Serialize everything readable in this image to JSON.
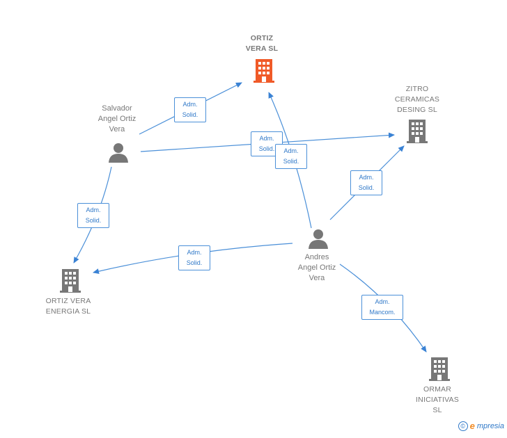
{
  "nodes": {
    "ortiz_vera_sl": {
      "label": "ORTIZ\nVERA  SL",
      "kind": "company",
      "color": "#f05a28"
    },
    "zitro": {
      "label": "ZITRO\nCERAMICAS\nDESING  SL",
      "kind": "company",
      "color": "#777777"
    },
    "ortiz_vera_energia": {
      "label": "ORTIZ VERA\nENERGIA  SL",
      "kind": "company",
      "color": "#777777"
    },
    "ormar": {
      "label": "ORMAR\nINICIATIVAS\nSL",
      "kind": "company",
      "color": "#777777"
    },
    "salvador": {
      "label": "Salvador\nAngel Ortiz\nVera",
      "kind": "person",
      "color": "#777777"
    },
    "andres": {
      "label": "Andres\nAngel Ortiz\nVera",
      "kind": "person",
      "color": "#777777"
    }
  },
  "relations": [
    {
      "id": "rel1",
      "label": "Adm.\nSolid."
    },
    {
      "id": "rel2",
      "label": "Adm.\nSolid."
    },
    {
      "id": "rel3",
      "label": "Adm.\nSolid."
    },
    {
      "id": "rel4",
      "label": "Adm.\nSolid."
    },
    {
      "id": "rel5",
      "label": "Adm.\nSolid."
    },
    {
      "id": "rel6",
      "label": "Adm.\nSolid."
    },
    {
      "id": "rel7",
      "label": "Adm.\nMancom."
    }
  ],
  "brand": {
    "copyright": "©",
    "e": "e",
    "rest": "mpresia"
  },
  "colors": {
    "edge": "#4a8fd8",
    "focus": "#f05a28",
    "node": "#777777"
  }
}
